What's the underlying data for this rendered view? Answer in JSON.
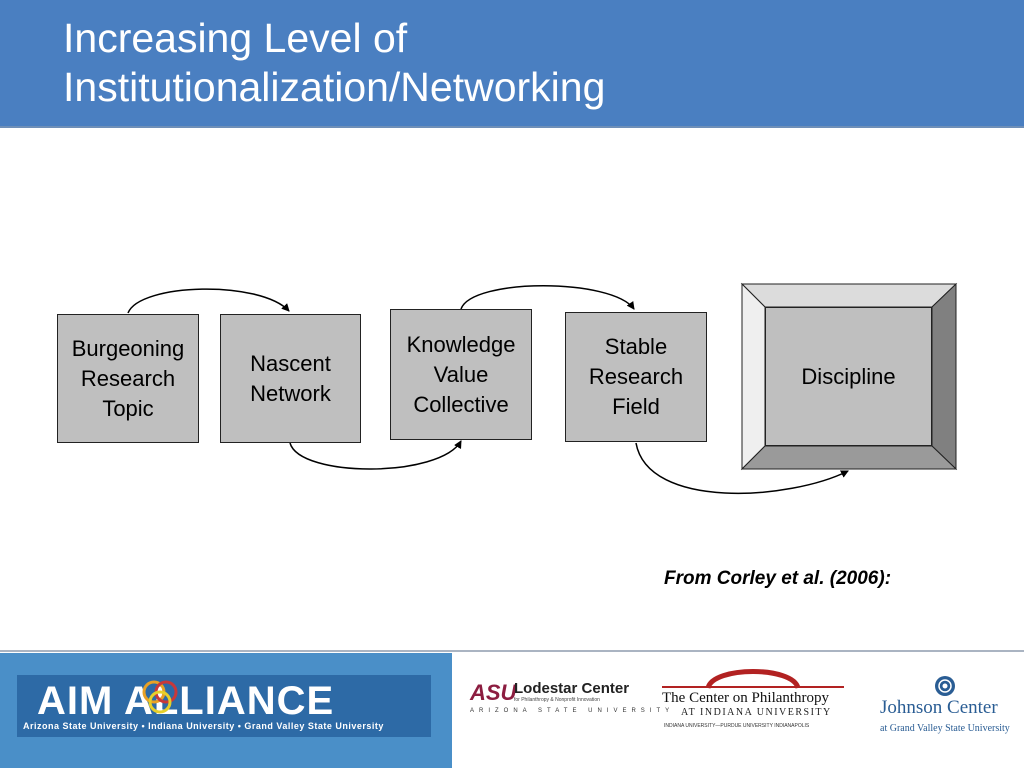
{
  "header": {
    "title_line1": "Increasing Level of",
    "title_line2": "Institutionalization/Networking",
    "background": "#4a7fc1"
  },
  "diagram": {
    "stages": [
      {
        "id": "burgeoning",
        "label": "Burgeoning\nResearch\nTopic"
      },
      {
        "id": "nascent",
        "label": "Nascent\nNetwork"
      },
      {
        "id": "knowledge",
        "label": "Knowledge\nValue\nCollective"
      },
      {
        "id": "stable",
        "label": "Stable\nResearch\nField"
      },
      {
        "id": "discipline",
        "label": "Discipline"
      }
    ],
    "box_color": "#bfbfbf"
  },
  "citation": "From Corley et al. (2006):",
  "footer": {
    "aim": {
      "word": "AIM ALLIANCE",
      "subtitle": "Arizona State University • Indiana University • Grand Valley State University"
    },
    "lodestar": {
      "asu": "ASU",
      "name": "Lodestar Center",
      "tagline": "for Philanthropy & Nonprofit Innovation",
      "university": "ARIZONA STATE UNIVERSITY"
    },
    "center_on_philanthropy": {
      "title": "The Center on Philanthropy",
      "subtitle": "AT INDIANA UNIVERSITY",
      "sub2": "INDIANA UNIVERSITY—PURDUE UNIVERSITY INDIANAPOLIS"
    },
    "johnson": {
      "name": "Johnson Center",
      "subtitle": "at Grand Valley State University"
    }
  }
}
